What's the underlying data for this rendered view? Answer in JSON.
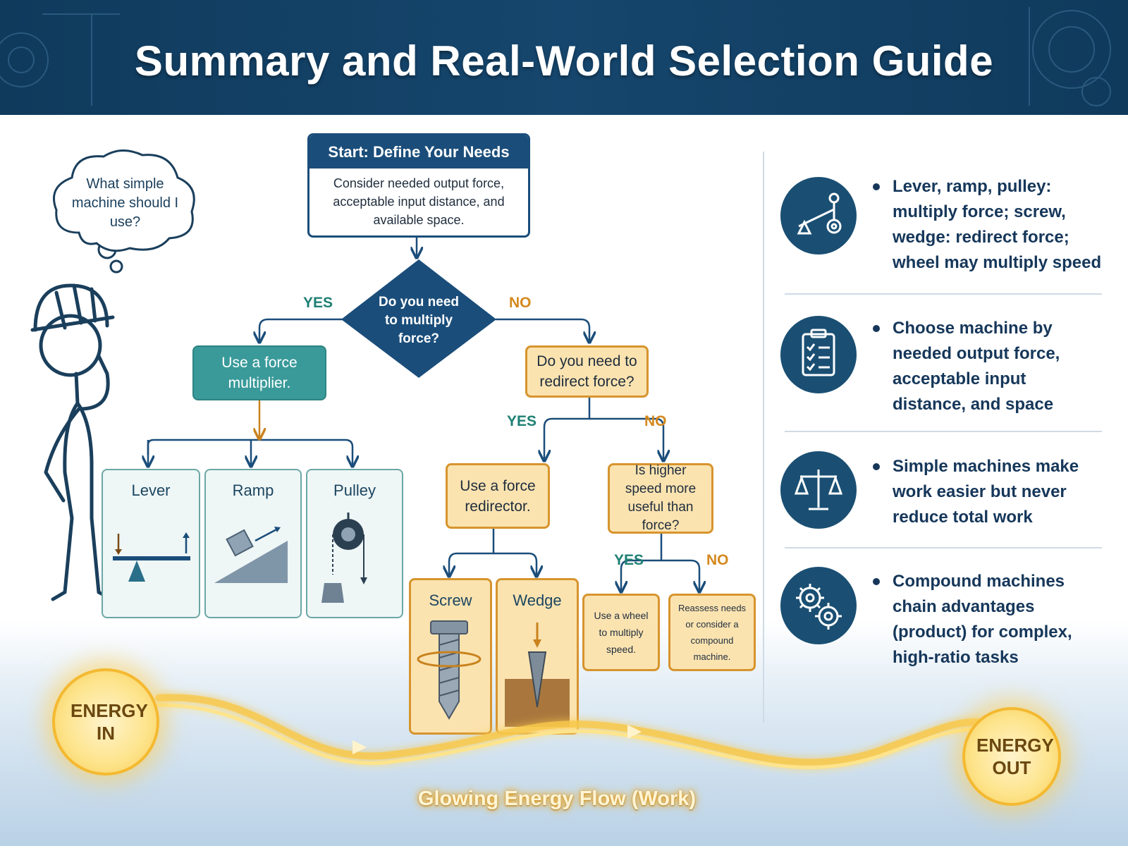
{
  "title": "Summary and Real-World Selection Guide",
  "thought": "What simple machine should I use?",
  "start": {
    "title": "Start: Define Your Needs",
    "body": "Consider needed output force, acceptable input distance, and available space."
  },
  "decisions": {
    "multiply": "Do you need to multiply force?",
    "redirect": "Do you need to redirect force?",
    "speed": "Is higher speed more useful than force?"
  },
  "labels": {
    "yes": "YES",
    "no": "NO"
  },
  "results": {
    "multiplier": "Use a force multiplier.",
    "redirector": "Use a force redirector.",
    "wheel": "Use a wheel to multiply speed.",
    "reassess": "Reassess needs or consider a compound machine."
  },
  "machines": {
    "lever": "Lever",
    "ramp": "Ramp",
    "pulley": "Pulley",
    "screw": "Screw",
    "wedge": "Wedge"
  },
  "summary": [
    {
      "icon": "lever-pulley-icon",
      "text": "Lever, ramp, pulley: multiply force; screw, wedge: redirect force; wheel may multiply speed"
    },
    {
      "icon": "clipboard-checklist-icon",
      "text": "Choose machine by needed output force, acceptable input distance, and space"
    },
    {
      "icon": "balance-scale-icon",
      "text": "Simple machines make work easier but never reduce total work"
    },
    {
      "icon": "gears-icon",
      "text": "Compound machines chain advantages (product) for complex, high-ratio tasks"
    }
  ],
  "energy": {
    "in": "ENERGY IN",
    "out": "ENERGY OUT",
    "caption": "Glowing Energy Flow (Work)"
  },
  "colors": {
    "navy": "#1a4d7a",
    "teal": "#3a9a9a",
    "orange_border": "#d7942e",
    "orange_fill": "#fbe3b0",
    "glow": "#f8c84a"
  }
}
